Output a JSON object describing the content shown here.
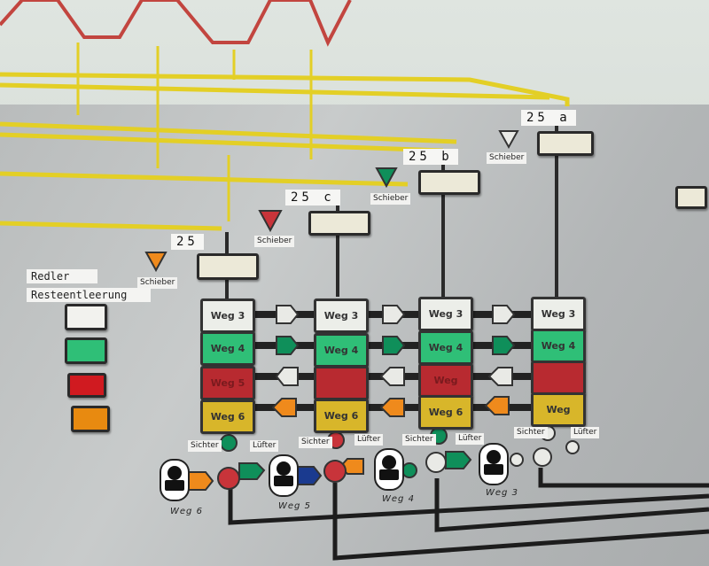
{
  "sections": {
    "a": "25 a",
    "b": "25 b",
    "c": "25 c",
    "base": "25"
  },
  "schieber_label": "Schieber",
  "left_legend": {
    "line1": "Redler",
    "line2": "Resteentleerung"
  },
  "columns": [
    {
      "buttons": [
        "Weg 3",
        "Weg 4",
        "Weg 5",
        "Weg 6"
      ],
      "bottom": "Weg 6"
    },
    {
      "buttons": [
        "Weg 3",
        "Weg 4",
        "",
        "Weg 6"
      ],
      "bottom": "Weg 5"
    },
    {
      "buttons": [
        "Weg 3",
        "Weg 4",
        "Weg",
        "Weg 6"
      ],
      "bottom": "Weg 4"
    },
    {
      "buttons": [
        "Weg 3",
        "Weg 4",
        "",
        "Weg"
      ],
      "bottom": "Weg 3"
    }
  ],
  "sichter_label": "Sichter",
  "luefter_label": "Lüfter",
  "colors": {
    "conveyor_yellow": "#e3cf26",
    "wall_red_line": "#c2453f",
    "valve_orange": "#ef8a1c",
    "valve_green": "#0f8f5a",
    "valve_red": "#c8343a"
  }
}
